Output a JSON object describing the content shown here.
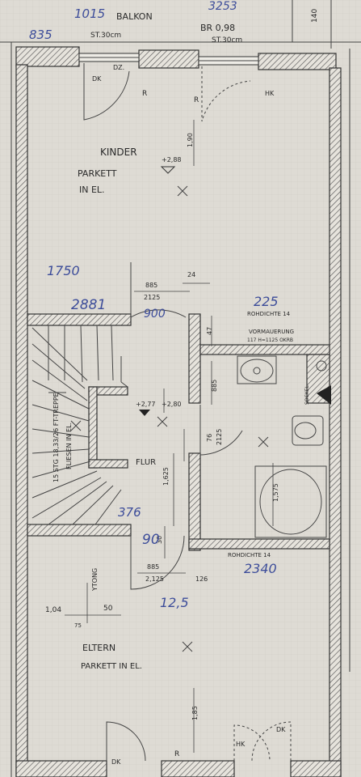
{
  "labels": {
    "balkon": "BALKON",
    "st30_left": "ST.30cm",
    "br": "BR 0,98",
    "st30_right": "ST.30cm",
    "dim_140": "140",
    "dk_top": "DK",
    "dz": "DZ.",
    "r_top1": "R",
    "r_top2": "R",
    "hk_top": "HK",
    "kinder": "KINDER",
    "parkett_kinder_1": "PARKETT",
    "parkett_kinder_2": "IN EL.",
    "lvl_288": "+2,88",
    "dim_190": "1,90",
    "dim_885_top": "885",
    "dim_2125_top": "2125",
    "dim_24": "24",
    "rohdichte_top": "ROHDICHTE 14",
    "vormauerung": "VORMAUERUNG",
    "vormauerung_2": "117 H=1125 OKRB",
    "dim_47": "47",
    "dim_885_mid": "885",
    "treppe_1": "15 STG 18,33/26 FT-TREPPE",
    "treppe_2": "FLIESEN IN EL.",
    "lvl_277": "+2,77",
    "lvl_280": "+2,80",
    "dim_76": "76",
    "dim_2125_mid": "2125",
    "sockel": "SOCKEL",
    "dim_1625": "1,625",
    "flur": "FLUR",
    "dim_1575": "1,575",
    "dim_30": "30",
    "dim_885_bot": "885",
    "dim_2125_bot": "2,125",
    "dim_126": "126",
    "rohdichte_bot": "ROHDICHTE 14",
    "ytong": "YTONG",
    "dim_104": "1,04",
    "dim_50": "50",
    "dim_75": "75",
    "eltern": "ELTERN",
    "parkett_eltern": "PARKETT IN EL.",
    "dim_185": "1,85",
    "dk_bot": "DK",
    "dk_bot2": "DK",
    "hk_bot": "HK",
    "r_bot": "R"
  },
  "handwritten": {
    "n1015": "1015",
    "n835": "835",
    "n3253": "3253",
    "n1750": "1750",
    "n2881": "2881",
    "n900": "900",
    "n225": "225",
    "n376": "376",
    "n90": "90",
    "n2340": "2340",
    "n125": "12,5"
  },
  "colors": {
    "paper": "#d9d6cf",
    "ink": "#2a2a2a",
    "pen": "#3d4d9a"
  }
}
